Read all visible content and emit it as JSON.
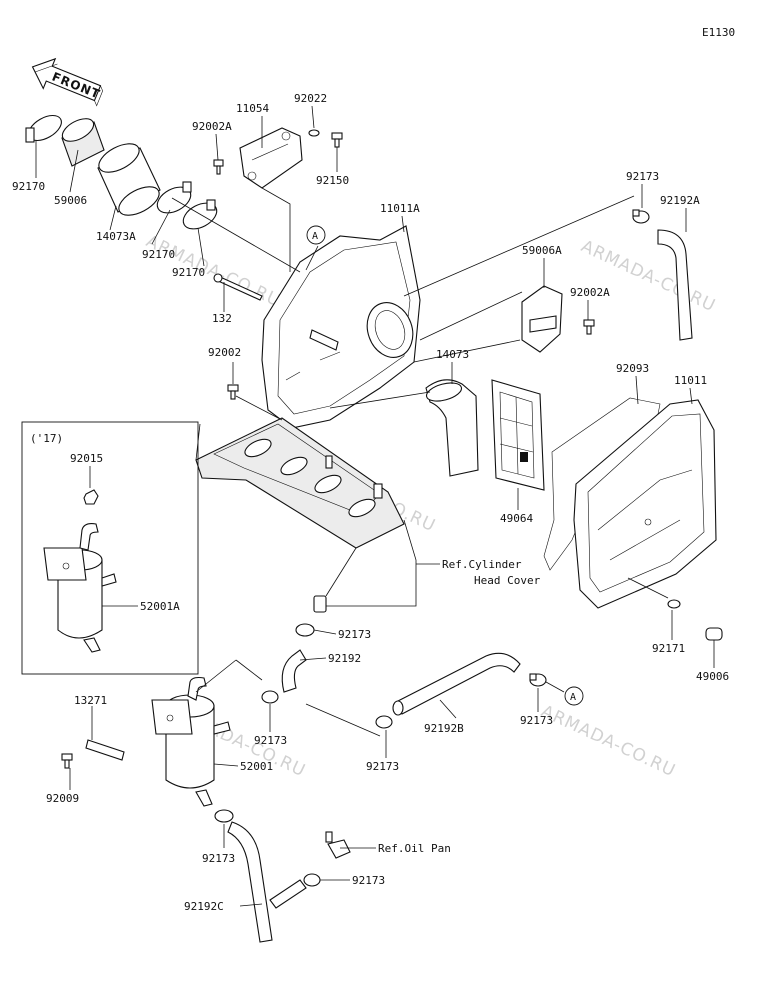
{
  "diagram_code": "E1130",
  "front_label": "FRONT",
  "inset_label": "('17)",
  "circle_ref": "A",
  "ref_cylinder_head_line1": "Ref.Cylinder",
  "ref_cylinder_head_line2": "Head Cover",
  "ref_oil_pan": "Ref.Oil Pan",
  "watermark": "ARMADA-CO.RU",
  "parts": {
    "p92170_a": "92170",
    "p59006": "59006",
    "p14073A": "14073A",
    "p92170_b": "92170",
    "p92170_c": "92170",
    "p11054": "11054",
    "p92022": "92022",
    "p92002A_a": "92002A",
    "p92150": "92150",
    "p11011A": "11011A",
    "p132": "132",
    "p92002": "92002",
    "p92173_a": "92173",
    "p92192A": "92192A",
    "p59006A": "59006A",
    "p92002A_b": "92002A",
    "p14073": "14073",
    "p92093": "92093",
    "p11011": "11011",
    "p49064": "49064",
    "p92171": "92171",
    "p49006": "49006",
    "p92015": "92015",
    "p52001A": "52001A",
    "p92173_b": "92173",
    "p92192": "92192",
    "p13271": "13271",
    "p92173_c": "92173",
    "p52001": "52001",
    "p92009": "92009",
    "p92192B": "92192B",
    "p92173_d": "92173",
    "p92173_e": "92173",
    "p92173_f": "92173",
    "p92173_g": "92173",
    "p92192C": "92192C"
  }
}
